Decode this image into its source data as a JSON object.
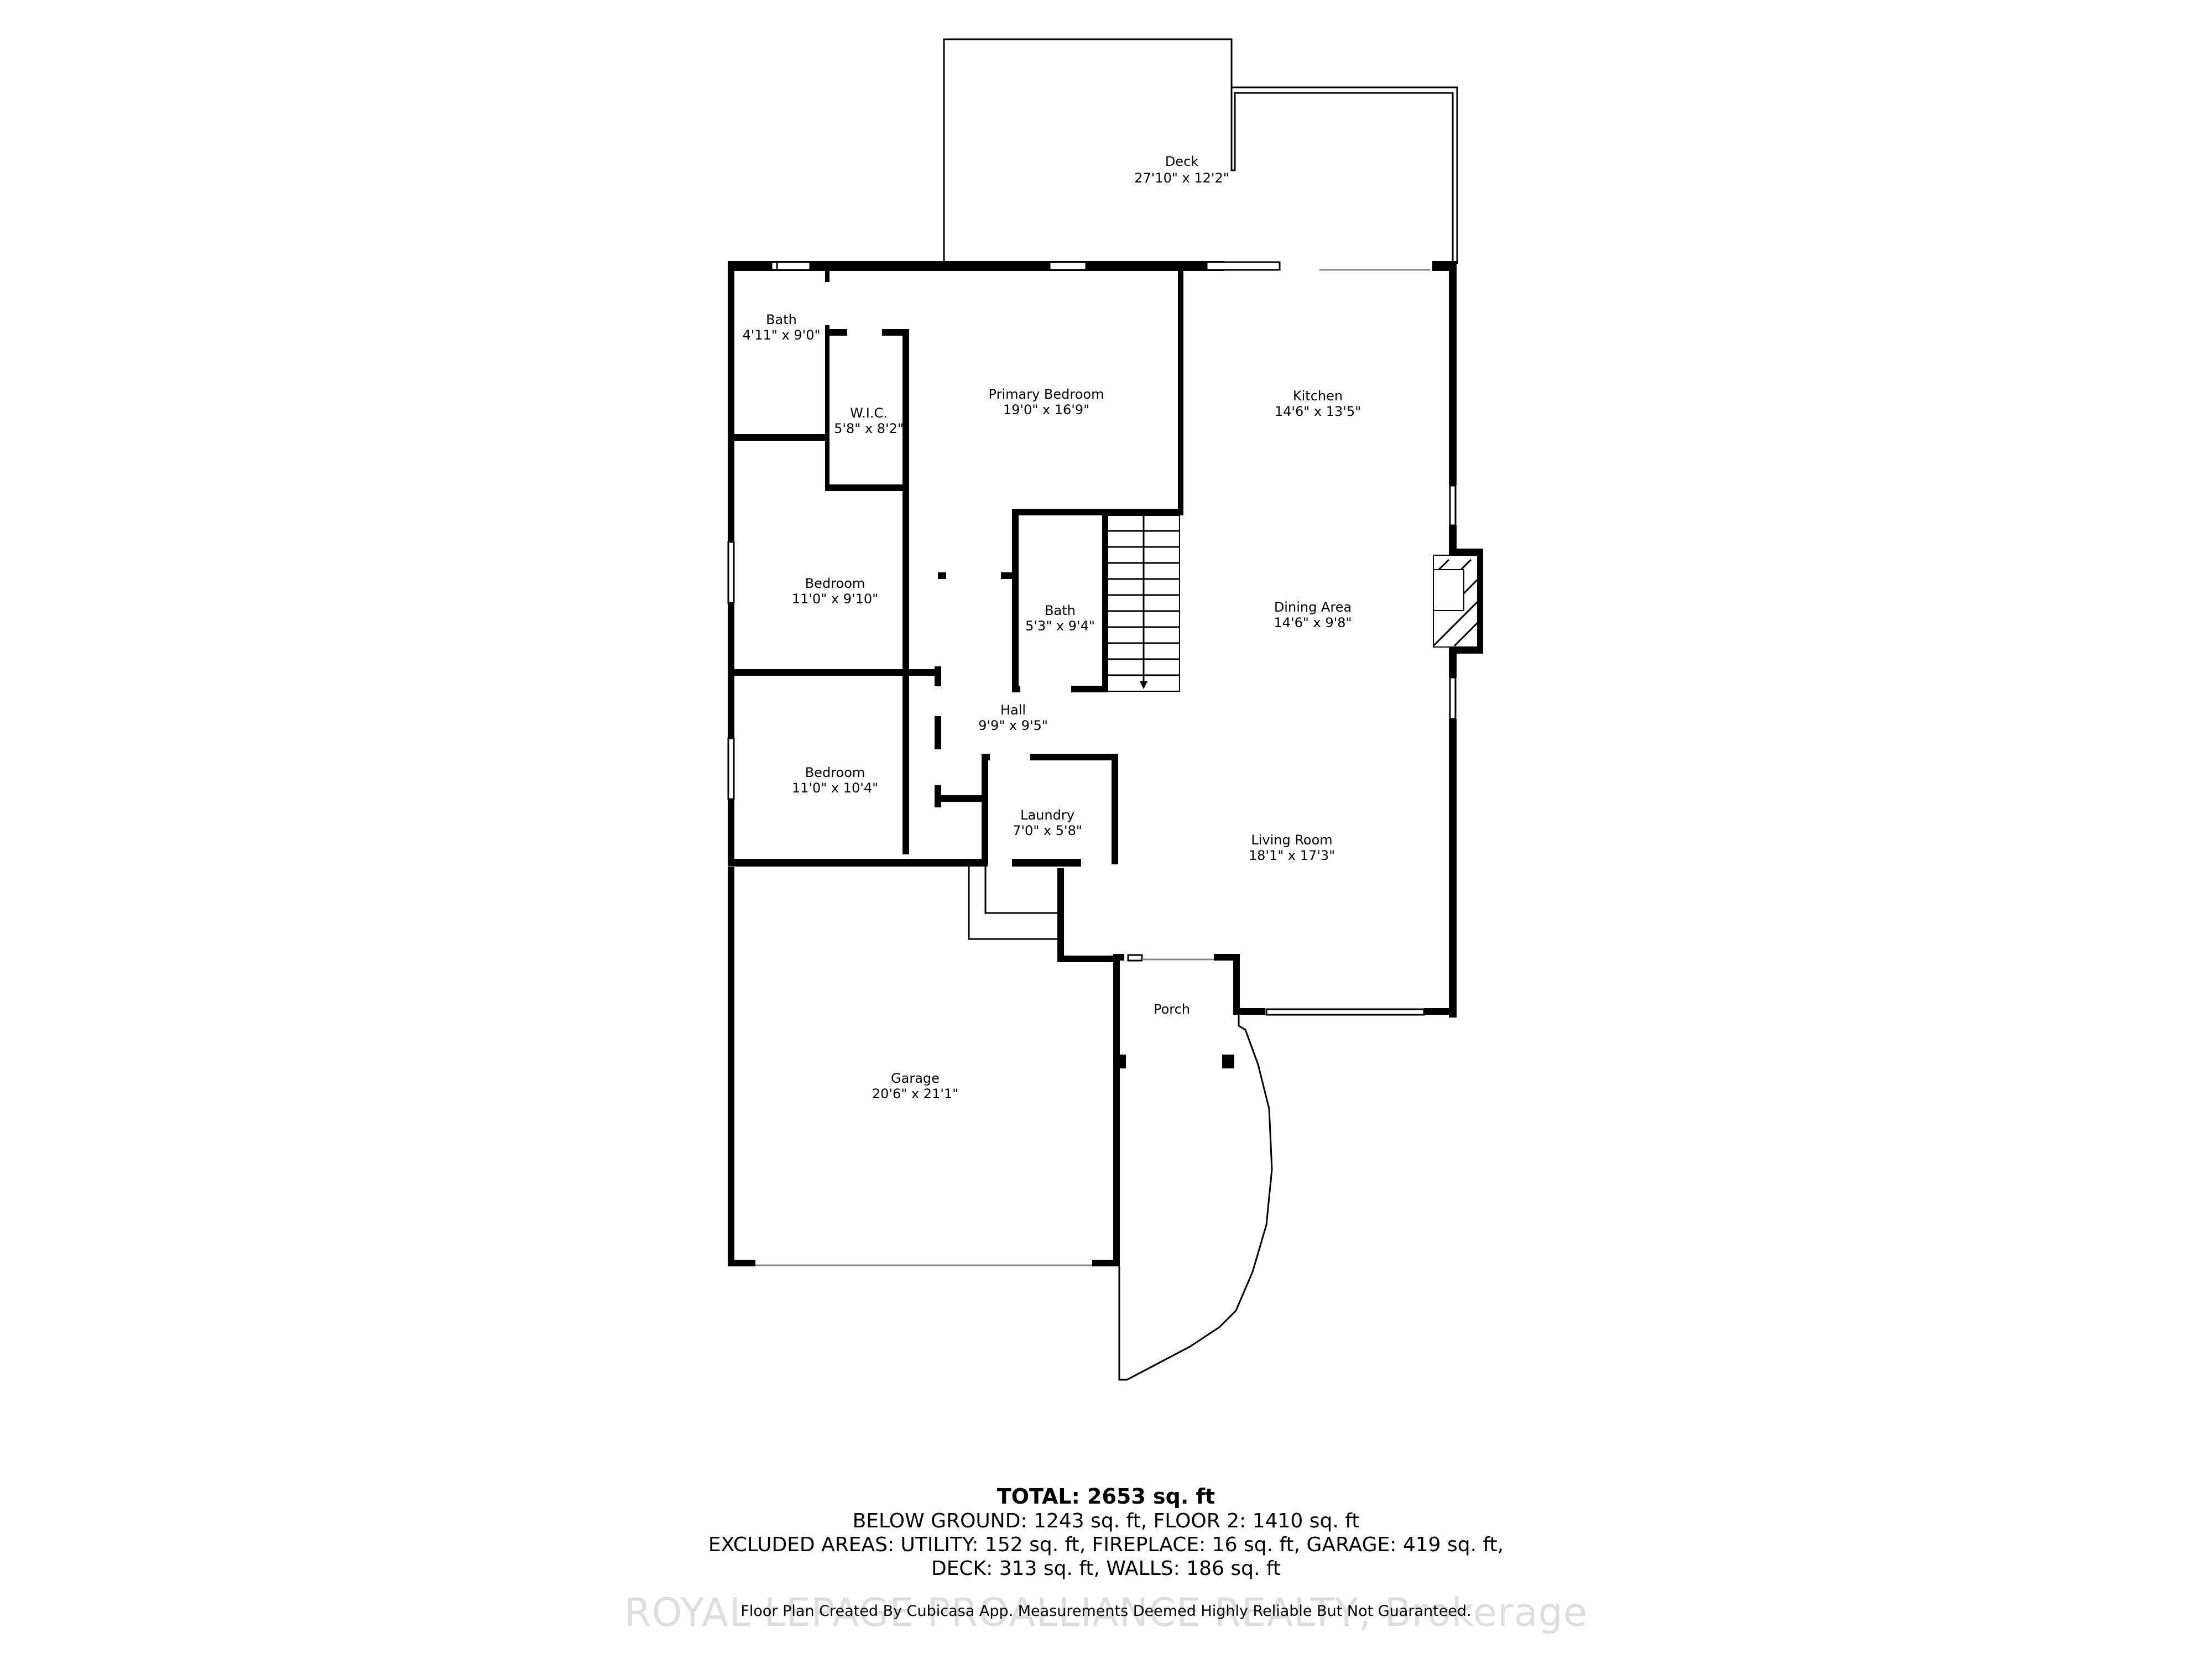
{
  "floor_plan": {
    "rooms": [
      {
        "id": "deck",
        "name": "Deck",
        "dimensions": "27'10\" x 12'2\""
      },
      {
        "id": "bath-ensuite",
        "name": "Bath",
        "dimensions": "4'11\" x 9'0\""
      },
      {
        "id": "wic",
        "name": "W.I.C.",
        "dimensions": "5'8\" x 8'2\""
      },
      {
        "id": "primary-bedroom",
        "name": "Primary Bedroom",
        "dimensions": "19'0\" x 16'9\""
      },
      {
        "id": "kitchen",
        "name": "Kitchen",
        "dimensions": "14'6\" x 13'5\""
      },
      {
        "id": "bedroom-1",
        "name": "Bedroom",
        "dimensions": "11'0\" x 9'10\""
      },
      {
        "id": "bath-main",
        "name": "Bath",
        "dimensions": "5'3\" x 9'4\""
      },
      {
        "id": "dining-area",
        "name": "Dining Area",
        "dimensions": "14'6\" x 9'8\""
      },
      {
        "id": "hall",
        "name": "Hall",
        "dimensions": "9'9\" x 9'5\""
      },
      {
        "id": "bedroom-2",
        "name": "Bedroom",
        "dimensions": "11'0\" x 10'4\""
      },
      {
        "id": "laundry",
        "name": "Laundry",
        "dimensions": "7'0\" x 5'8\""
      },
      {
        "id": "living-room",
        "name": "Living Room",
        "dimensions": "18'1\" x 17'3\""
      },
      {
        "id": "porch",
        "name": "Porch",
        "dimensions": ""
      },
      {
        "id": "garage",
        "name": "Garage",
        "dimensions": "20'6\" x 21'1\""
      }
    ]
  },
  "summary": {
    "total": "TOTAL: 2653 sq. ft",
    "line1": "BELOW GROUND: 1243 sq. ft, FLOOR 2: 1410 sq. ft",
    "line2": "EXCLUDED AREAS: UTILITY: 152 sq. ft, FIREPLACE: 16 sq. ft, GARAGE: 419 sq. ft,",
    "line3": "DECK: 313 sq. ft, WALLS: 186 sq. ft"
  },
  "footer": {
    "credit": "Floor Plan Created By Cubicasa App. Measurements Deemed Highly Reliable But Not Guaranteed.",
    "watermark": "ROYAL LEPAGE PROALLIANCE REALTY, Brokerage"
  },
  "colors": {
    "wall": "#000000",
    "background": "#ffffff"
  }
}
